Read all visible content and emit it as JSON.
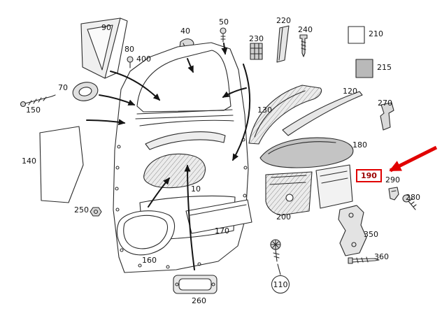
{
  "diagram": {
    "kind": "exploded-parts-diagram",
    "subject": "vehicle front door interior trim panel",
    "background": "#ffffff",
    "line_color": "#2a2a2a",
    "highlight_color": "#e10000",
    "highlighted_part": "190"
  },
  "labels": {
    "n10": "10",
    "n40": "40",
    "n50": "50",
    "n70": "70",
    "n80": "80",
    "n90": "90",
    "n110": "110",
    "n120": "120",
    "n130": "130",
    "n140": "140",
    "n150": "150",
    "n160": "160",
    "n170": "170",
    "n180": "180",
    "n190": "190",
    "n200": "200",
    "n210": "210",
    "n215": "215",
    "n220": "220",
    "n230": "230",
    "n240": "240",
    "n250": "250",
    "n260": "260",
    "n270": "270",
    "n280": "280",
    "n290": "290",
    "n350": "350",
    "n360": "360",
    "n400": "400"
  }
}
